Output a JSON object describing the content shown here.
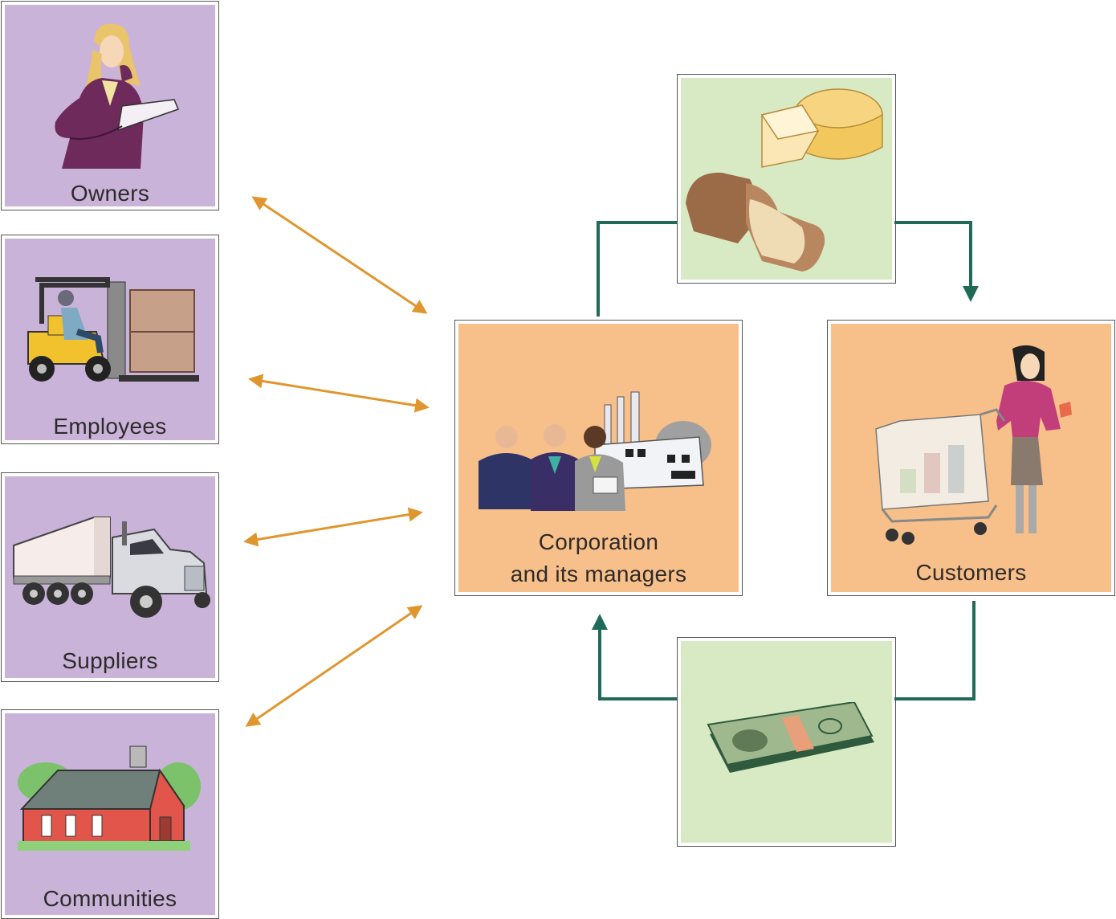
{
  "stakeholders": [
    {
      "label": "Owners",
      "icon": "businesswoman-phone-icon"
    },
    {
      "label": "Employees",
      "icon": "forklift-icon"
    },
    {
      "label": "Suppliers",
      "icon": "truck-icon"
    },
    {
      "label": "Communities",
      "icon": "schoolhouse-icon"
    }
  ],
  "corporation": {
    "label_line1": "Corporation",
    "label_line2": "and its managers",
    "icon": "managers-factory-icon"
  },
  "customers": {
    "label": "Customers",
    "icon": "shopper-cart-icon"
  },
  "products": {
    "icon": "cheese-bread-icon"
  },
  "money": {
    "icon": "money-stack-icon"
  },
  "colors": {
    "stakeholder_fill": "#c9b3d9",
    "central_fill": "#f7c08a",
    "flow_fill": "#d8eac3",
    "two_way_arrow": "#e0962e",
    "flow_arrow": "#1f6b57"
  }
}
